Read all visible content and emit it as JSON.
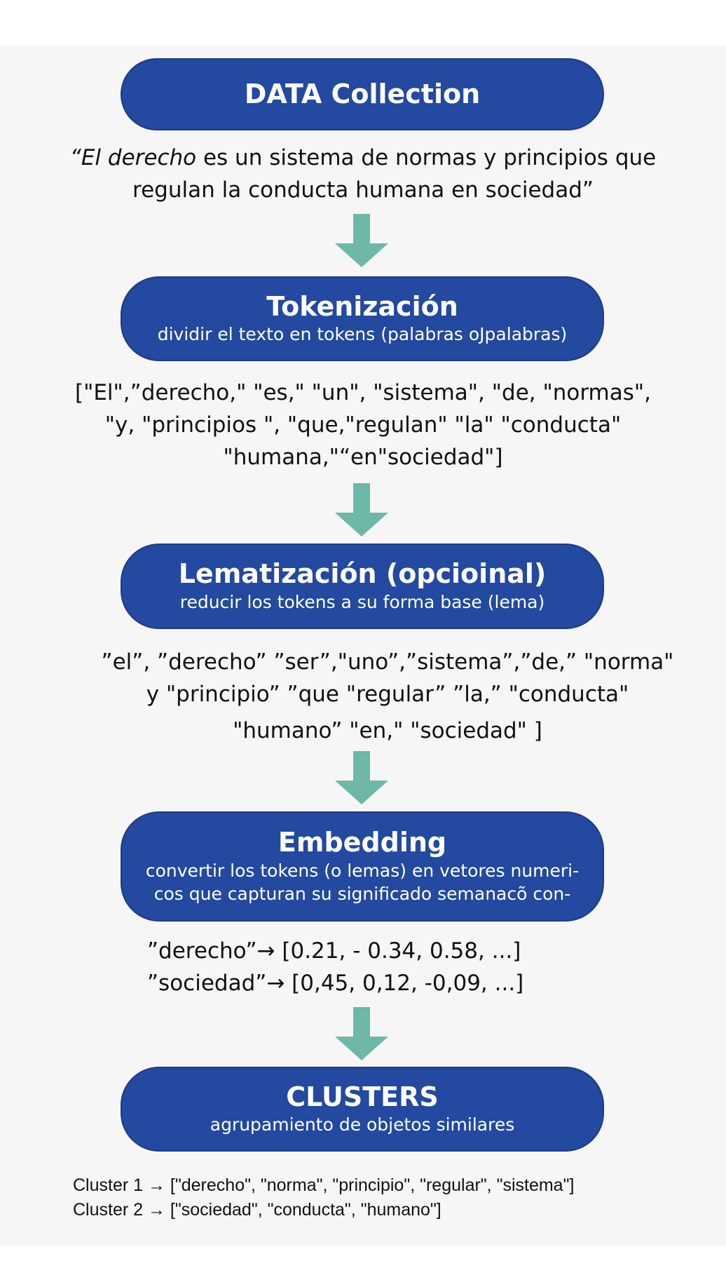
{
  "colors": {
    "box": "#2349a0",
    "arrow": "#6db8a8",
    "background": "#f6f6f6"
  },
  "steps": [
    {
      "title": "DATA Collection"
    },
    {
      "title": "Tokenización",
      "subtitle": "dividir el texto en tokens (palabras oJpalabras)"
    },
    {
      "title": "Lematización (opcioinal)",
      "subtitle": "reducir los tokens a su forma base (lema)"
    },
    {
      "title": "Embedding",
      "subtitle": [
        "convertir los tokens (o lemas) en vetores numeri-",
        "cos que capturan su significado semanacõ con-"
      ]
    },
    {
      "title": "CLUSTERS",
      "subtitle": "agrupamiento de objetos similares"
    }
  ],
  "quote": {
    "italic": "“El derecho",
    "rest": " es un sistema de normas y principios que",
    "line2": "regulan la conducta humana en sociedad”"
  },
  "tokens": [
    "[\"El\",”derecho,\" \"es,\" \"un\",  \"sistema\", \"de, \"normas\",",
    "\"y, \"principios \", \"que,\"regulan\" \"la\"  \"conducta\"",
    "\"humana,\"“en\"sociedad\"]"
  ],
  "lemmas": [
    "”el”, ”derecho” ”ser”,\"uno”,”sistema”,”de,” \"norma\"",
    "y \"principio” ”que \"regular”  ”la,”  \"conducta\"",
    "\"humano”   \"en,\"  \"sociedad\" ]"
  ],
  "embeddings": [
    "”derecho”→ [0.21, - 0.34, 0.58, ...]",
    "”sociedad”→ [0,45, 0,12, -0,09, ...]"
  ],
  "clusters": [
    "Cluster 1 → [\"derecho\", \"norma\", \"principio\", \"regular\", \"sistema\"]",
    "Cluster 2 → [\"sociedad\", \"conducta\", \"humano\"]"
  ]
}
